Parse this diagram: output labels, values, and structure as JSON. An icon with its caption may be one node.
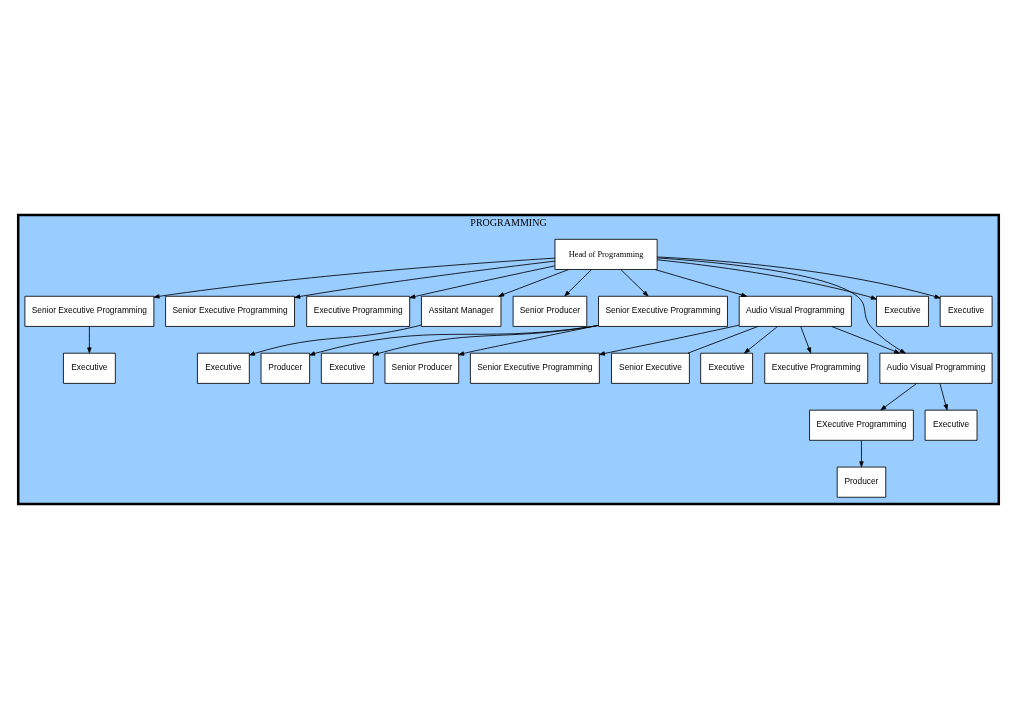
{
  "diagram": {
    "nodes": [
      {
        "text": [
          "PROGRAMMING"
        ]
      },
      {
        "text": [
          "Head of Programming"
        ],
        "in": 0
      },
      {
        "text": [
          "Senior Executive Programming"
        ],
        "in": 0
      },
      {
        "text": [
          "Senior Executive Programming"
        ],
        "in": 0
      },
      {
        "text": [
          "Executive Programming"
        ],
        "in": 0
      },
      {
        "text": [
          "Assitant Manager"
        ],
        "in": 0
      },
      {
        "text": [
          "Senior Producer"
        ],
        "in": 0
      },
      {
        "text": [
          "Senior Executive Programming"
        ],
        "in": 0
      },
      {
        "text": [
          "Audio Visual Programming"
        ],
        "in": 0
      },
      {
        "text": [
          "Audio Visual Programming"
        ],
        "in": 0
      },
      {
        "text": [
          "Executive Programming"
        ],
        "in": 0
      },
      {
        "text": [
          "Senior Executive Programming"
        ],
        "in": 0
      },
      {
        "text": [
          "EXecutive Programming"
        ],
        "in": 0
      },
      {
        "text": [
          "Senior Producer"
        ],
        "in": 0
      },
      {
        "text": [
          "Senior Executive"
        ],
        "in": 0
      },
      {
        "text": [
          "Producer"
        ],
        "in": 0
      },
      {
        "text": [
          "Producer"
        ],
        "in": 0
      },
      {
        "text": [
          "Executive"
        ],
        "in": 0
      },
      {
        "text": [
          "Executive"
        ],
        "in": 0
      },
      {
        "text": [
          "Executive"
        ],
        "in": 0
      },
      {
        "text": [
          "Executive"
        ],
        "in": 0
      },
      {
        "text": [
          "Executive"
        ],
        "in": 0
      },
      {
        "text": [
          "Executive"
        ],
        "in": 0
      },
      {
        "text": [
          "Executive"
        ],
        "in": 0
      }
    ],
    "edges": [
      {
        "from": 1,
        "to": 2,
        "arrow": "to"
      },
      {
        "from": 1,
        "to": 18,
        "arrow": "to"
      },
      {
        "from": 1,
        "to": 3,
        "arrow": "to"
      },
      {
        "from": 1,
        "to": 4,
        "arrow": "to"
      },
      {
        "from": 1,
        "to": 19,
        "arrow": "to"
      },
      {
        "from": 1,
        "to": 5,
        "arrow": "to"
      },
      {
        "from": 1,
        "to": 6,
        "arrow": "to"
      },
      {
        "from": 1,
        "to": 7,
        "arrow": "to"
      },
      {
        "from": 1,
        "to": 8,
        "arrow": "to"
      },
      {
        "from": 1,
        "to": 9,
        "arrow": "to"
      },
      {
        "from": 2,
        "to": 17,
        "arrow": "to"
      },
      {
        "from": 5,
        "to": 20,
        "arrow": "to"
      },
      {
        "from": 7,
        "to": 15,
        "arrow": "to"
      },
      {
        "from": 7,
        "to": 13,
        "arrow": "to"
      },
      {
        "from": 7,
        "to": 21,
        "arrow": "to"
      },
      {
        "from": 8,
        "to": 9,
        "arrow": "to"
      },
      {
        "from": 8,
        "to": 14,
        "arrow": "none"
      },
      {
        "from": 8,
        "to": 10,
        "arrow": "to"
      },
      {
        "from": 8,
        "to": 11,
        "arrow": "to"
      },
      {
        "from": 8,
        "to": 22,
        "arrow": "to"
      },
      {
        "from": 9,
        "to": 12,
        "arrow": "to"
      },
      {
        "from": 9,
        "to": 23,
        "arrow": "to"
      },
      {
        "from": 12,
        "to": 16,
        "arrow": "to"
      }
    ]
  }
}
